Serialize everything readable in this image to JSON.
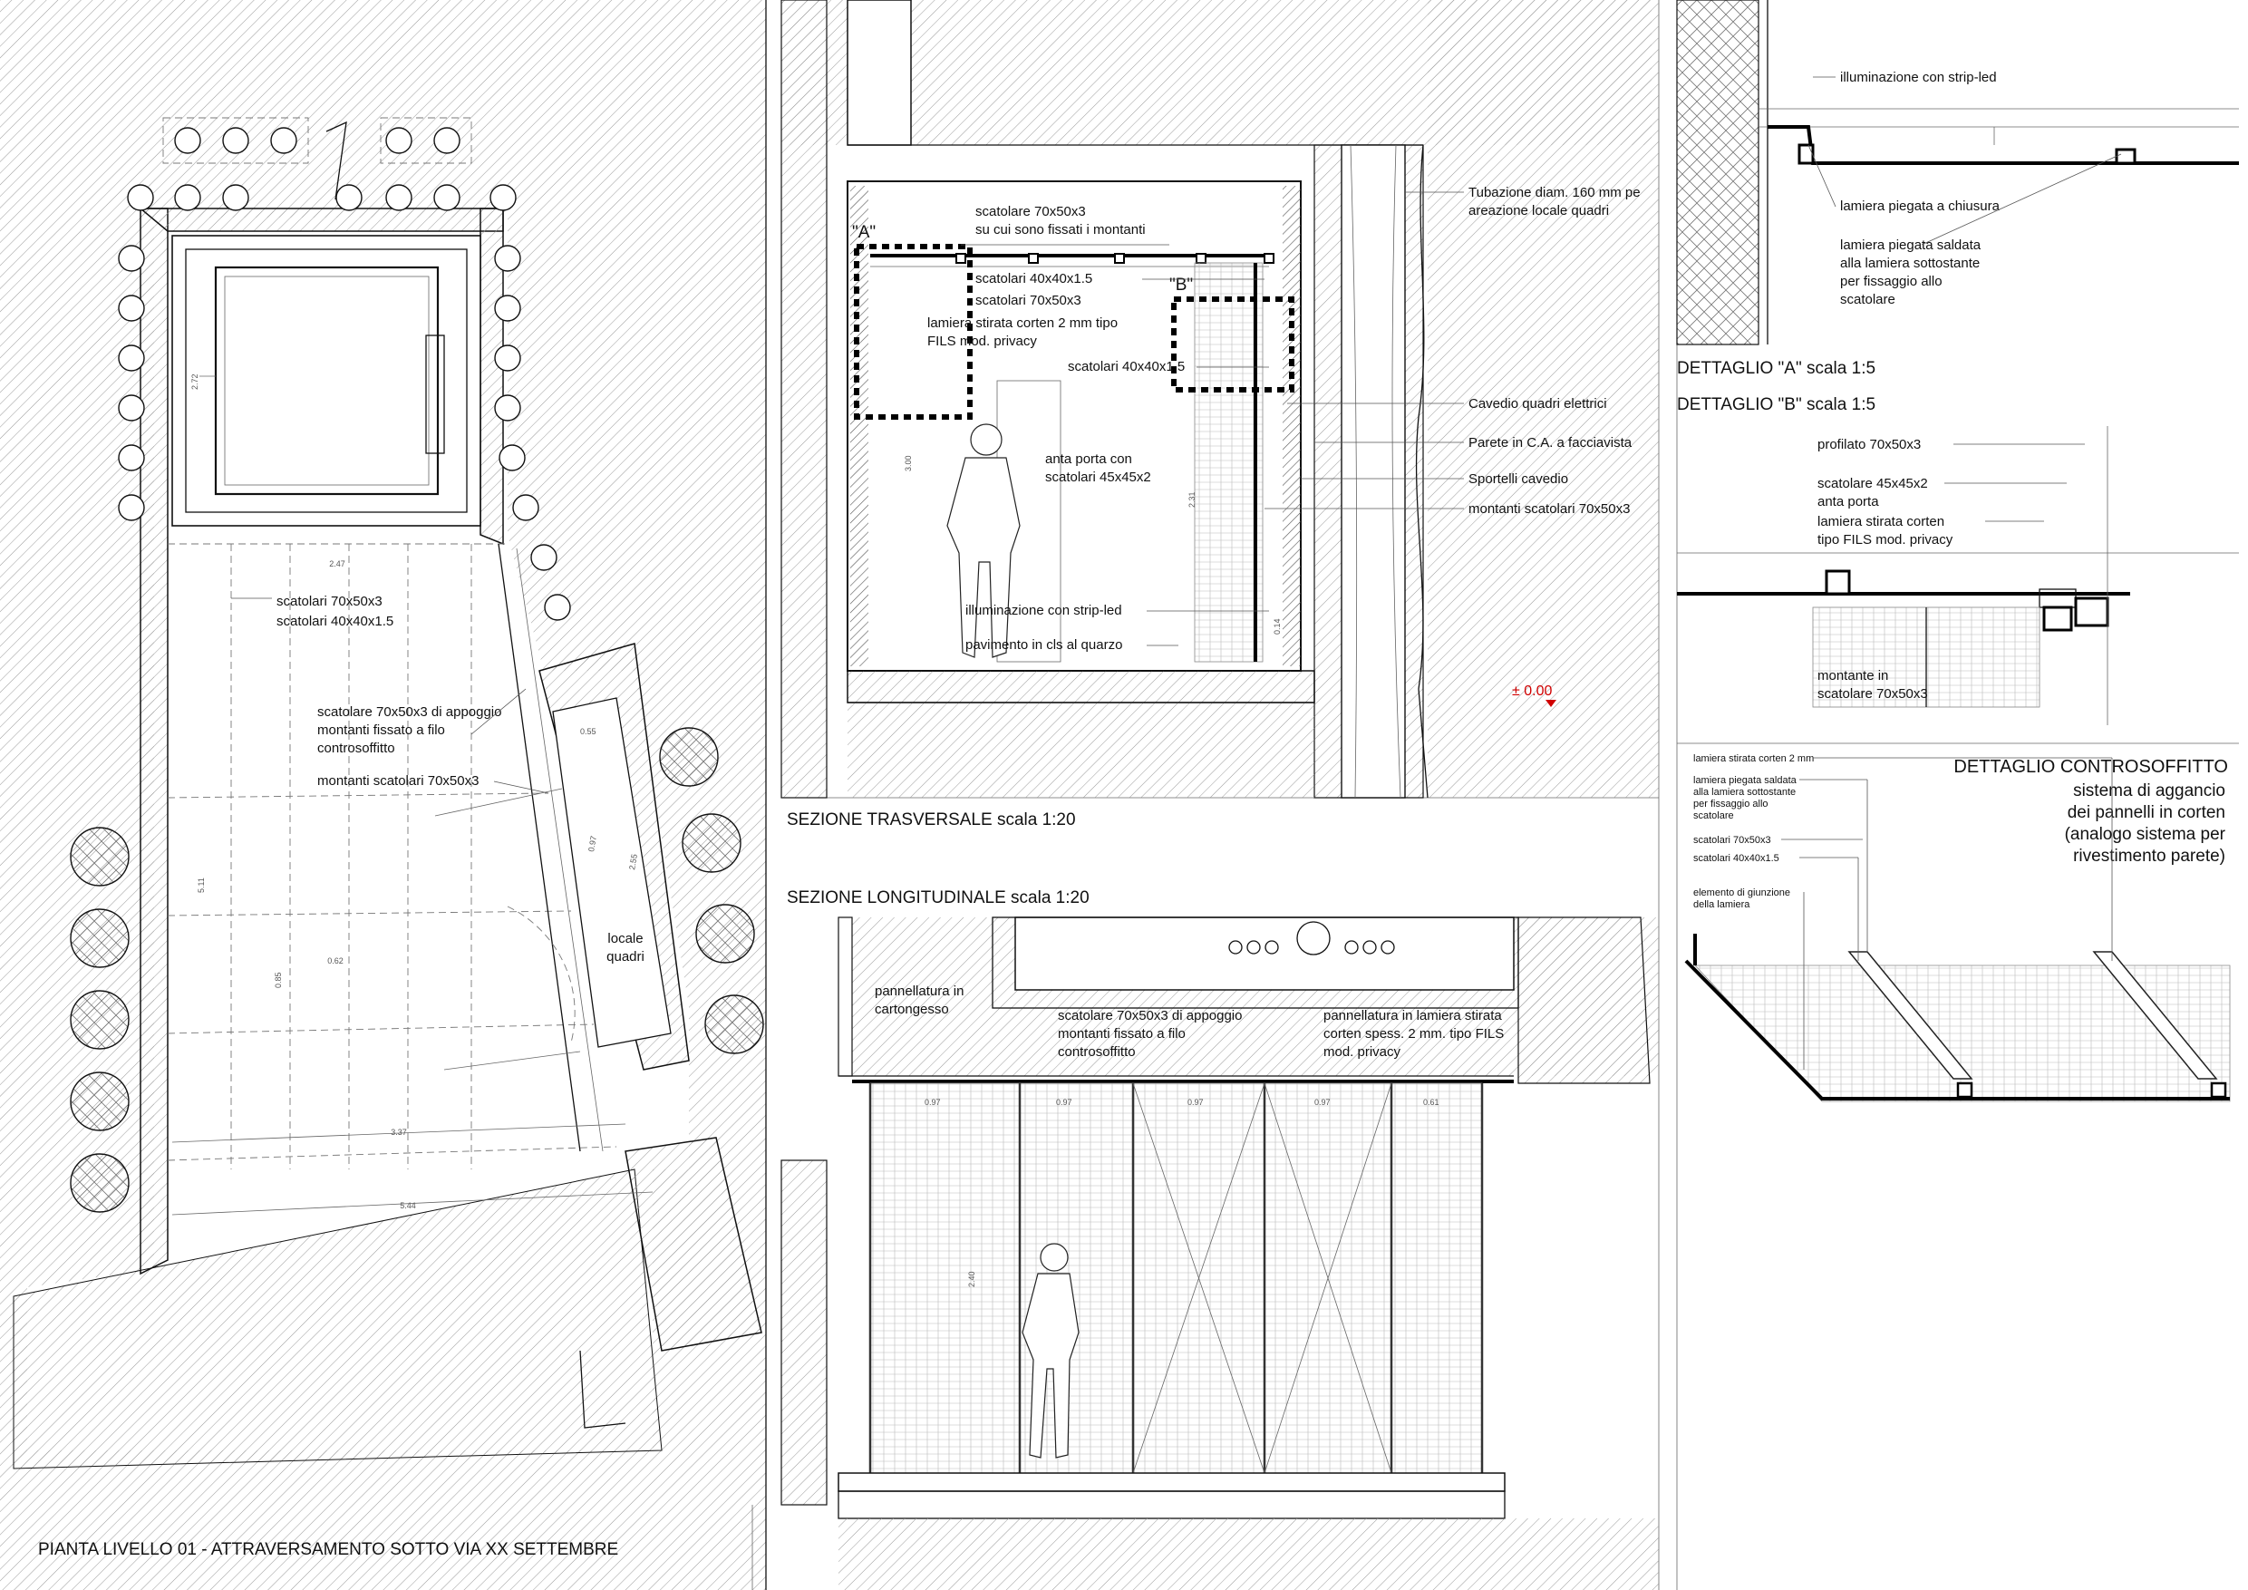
{
  "plan": {
    "title": "PIANTA LIVELLO 01 - ATTRAVERSAMENTO SOTTO VIA XX SETTEMBRE",
    "labels": {
      "scatolari_70": "scatolari 70x50x3",
      "scatolari_40": "scatolari 40x40x1.5",
      "appoggio_1": "scatolare 70x50x3 di appoggio",
      "appoggio_2": "montanti fissato a filo",
      "appoggio_3": "controsoffitto",
      "montanti": "montanti scatolari 70x50x3",
      "locale_1": "locale",
      "locale_2": "quadri"
    },
    "dims": {
      "d1": "2.72",
      "d2": "2.47",
      "d3": "5.11",
      "d4": "0.85",
      "d5": "0.62",
      "d6": "3.37",
      "d7": "5.44",
      "d8": "0.55",
      "d9": "0.97",
      "d10": "2.55"
    }
  },
  "trasversale": {
    "title": "SEZIONE TRASVERSALE scala 1:20",
    "marker_a": "\"A\"",
    "marker_b": "\"B\"",
    "labels": {
      "l1a": "scatolare 70x50x3",
      "l1b": "su cui sono fissati i montanti",
      "l2": "scatolari 40x40x1.5",
      "l3": "scatolari 70x50x3",
      "l4a": "lamiera stirata corten 2 mm tipo",
      "l4b": "FILS mod. privacy",
      "l5": "scatolari 40x40x1.5",
      "l6a": "anta porta con",
      "l6b": "scatolari 45x45x2",
      "l7": "illuminazione con strip-led",
      "l8": "pavimento in cls al quarzo",
      "r1a": "Tubazione diam. 160 mm pe",
      "r1b": "areazione locale quadri",
      "r2": "Cavedio quadri elettrici",
      "r3": "Parete in C.A. a facciavista",
      "r4": "Sportelli cavedio",
      "r5": "montanti scatolari 70x50x3"
    },
    "level": "± 0.00",
    "dims": {
      "h1": "3.00",
      "h2": "2.31",
      "h3": "0.14"
    }
  },
  "longitudinale": {
    "title": "SEZIONE LONGITUDINALE scala 1:20",
    "labels": {
      "p1a": "pannellatura in",
      "p1b": "cartongesso",
      "p2a": "scatolare 70x50x3 di appoggio",
      "p2b": "montanti fissato a filo",
      "p2c": "controsoffitto",
      "p3a": "pannellatura in lamiera stirata",
      "p3b": "corten spess. 2 mm. tipo FILS",
      "p3c": "mod. privacy"
    },
    "dims": {
      "w1": "0.97",
      "w2": "0.97",
      "w3": "0.97",
      "w4": "0.97",
      "w5": "0.61",
      "h": "2.40"
    }
  },
  "detail_a": {
    "title": "DETTAGLIO \"A\" scala 1:5",
    "labels": {
      "a1": "illuminazione con strip-led",
      "a2": "lamiera piegata a chiusura",
      "a3a": "lamiera piegata saldata",
      "a3b": "alla lamiera sottostante",
      "a3c": "per fissaggio allo",
      "a3d": "scatolare"
    }
  },
  "detail_b": {
    "title": "DETTAGLIO \"B\" scala 1:5",
    "labels": {
      "b1": "profilato 70x50x3",
      "b2a": "scatolare 45x45x2",
      "b2b": "anta porta",
      "b3a": "lamiera stirata corten",
      "b3b": "tipo FILS mod. privacy",
      "b4a": "montante in",
      "b4b": "scatolare 70x50x3"
    }
  },
  "detail_c": {
    "title": "DETTAGLIO CONTROSOFFITTO",
    "sub1": "sistema di aggancio",
    "sub2": "dei pannelli in corten",
    "sub3": "(analogo sistema per",
    "sub4": "rivestimento parete)",
    "labels": {
      "c1": "lamiera stirata corten 2 mm",
      "c2a": "lamiera piegata saldata",
      "c2b": "alla lamiera sottostante",
      "c2c": "per fissaggio allo",
      "c2d": "scatolare",
      "c3": "scatolari 70x50x3",
      "c4": "scatolari 40x40x1.5",
      "c5a": "elemento di giunzione",
      "c5b": "della lamiera"
    }
  }
}
